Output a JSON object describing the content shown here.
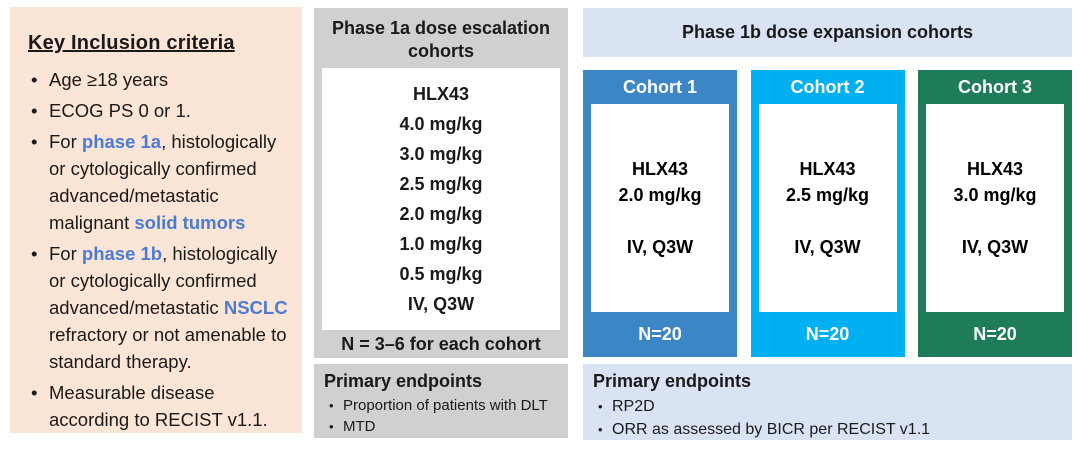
{
  "colors": {
    "page_bg": "#ffffff",
    "inclusion_bg": "#fbe5d6",
    "gray_bg": "#d1cfcf",
    "lavender_bg": "#dae3f3",
    "highlight_text": "#4b7cd4",
    "cohort1": "#3c86c5",
    "cohort2": "#00b0f0",
    "cohort3": "#1e7d58"
  },
  "inclusion": {
    "title": "Key Inclusion criteria",
    "bullets": [
      [
        {
          "t": "Age ≥18 years"
        }
      ],
      [
        {
          "t": "ECOG PS 0 or 1."
        }
      ],
      [
        {
          "t": "For "
        },
        {
          "t": "phase 1a",
          "hl": true
        },
        {
          "t": ", histologically or cytologically confirmed advanced/metastatic malignant "
        },
        {
          "t": "solid tumors",
          "hl": true
        }
      ],
      [
        {
          "t": "For "
        },
        {
          "t": "phase 1b",
          "hl": true
        },
        {
          "t": ", histologically or cytologically confirmed advanced/metastatic "
        },
        {
          "t": "NSCLC",
          "hl": true
        },
        {
          "t": " refractory or not amenable to standard therapy."
        }
      ],
      [
        {
          "t": "Measurable disease according to RECIST v1.1."
        }
      ]
    ]
  },
  "phase1a": {
    "header": "Phase 1a dose escalation cohorts",
    "dose_lines": [
      "HLX43",
      "4.0 mg/kg",
      "3.0 mg/kg",
      "2.5 mg/kg",
      "2.0 mg/kg",
      "1.0 mg/kg",
      "0.5 mg/kg",
      "IV, Q3W"
    ],
    "n_label": "N = 3–6 for each cohort",
    "endpoints": {
      "title": "Primary endpoints",
      "bullets": [
        "Proportion of patients with DLT",
        "MTD"
      ]
    }
  },
  "phase1b": {
    "header": "Phase 1b dose expansion cohorts",
    "cohorts": [
      {
        "label": "Cohort 1",
        "drug": "HLX43",
        "dose": "2.0 mg/kg",
        "regimen": "IV, Q3W",
        "n": "N=20",
        "color": "#3c86c5"
      },
      {
        "label": "Cohort 2",
        "drug": "HLX43",
        "dose": "2.5 mg/kg",
        "regimen": "IV, Q3W",
        "n": "N=20",
        "color": "#00b0f0"
      },
      {
        "label": "Cohort 3",
        "drug": "HLX43",
        "dose": "3.0 mg/kg",
        "regimen": "IV, Q3W",
        "n": "N=20",
        "color": "#1e7d58"
      }
    ],
    "endpoints": {
      "title": "Primary endpoints",
      "bullets": [
        "RP2D",
        "ORR as assessed by BICR per RECIST v1.1"
      ]
    }
  }
}
